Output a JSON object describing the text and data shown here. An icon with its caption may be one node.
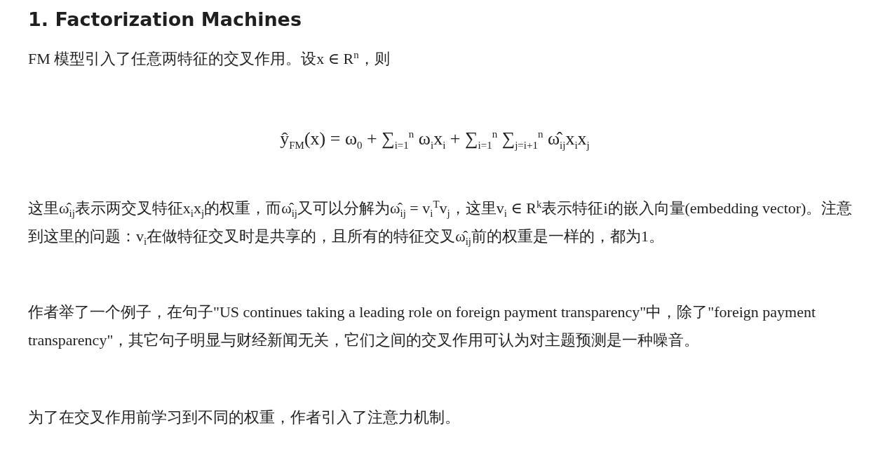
{
  "diagram": {
    "title": "1. Factorization Machines",
    "labels": [
      "FM 模型引入了任意两特征的交叉作用。设x ∈ R$^{n}$，则",
      "ŷ$_{FM}$(x) = ω$_{0}$ + ∑$_{i=1}$$^{n}$ ω$_{i}$x$_{i}$ + ∑$_{i=1}$$^{n}$ ∑$_{j=i+1}$$^{n}$ ω̂$_{ij}$x$_{i}$x$_{j}$",
      "这里ω̂$_{ij}$表示两交叉特征x$_{i}$x$_{j}$的权重，而ω̂$_{ij}$又可以分解为ω̂$_{ij}$ = v$_{i}$$^{T}$v$_{j}$，这里v$_{i}$ ∈ R$^{k}$表示特征i的嵌入向量(embedding vector)。注意到这里的问题：v$_{i}$在做特征交叉时是共享的，且所有的特征交叉ω̂$_{ij}$前的权重是一样的，都为1。",
      "作者举了一个例子，在句子\"US continues taking a leading role on foreign payment transparency\"中，除了\"foreign payment transparency\"，其它句子明显与财经新闻无关，它们之间的交叉作用可认为对主题预测是一种噪音。",
      "为了在交叉作用前学习到不同的权重，作者引入了注意力机制。"
    ]
  }
}
